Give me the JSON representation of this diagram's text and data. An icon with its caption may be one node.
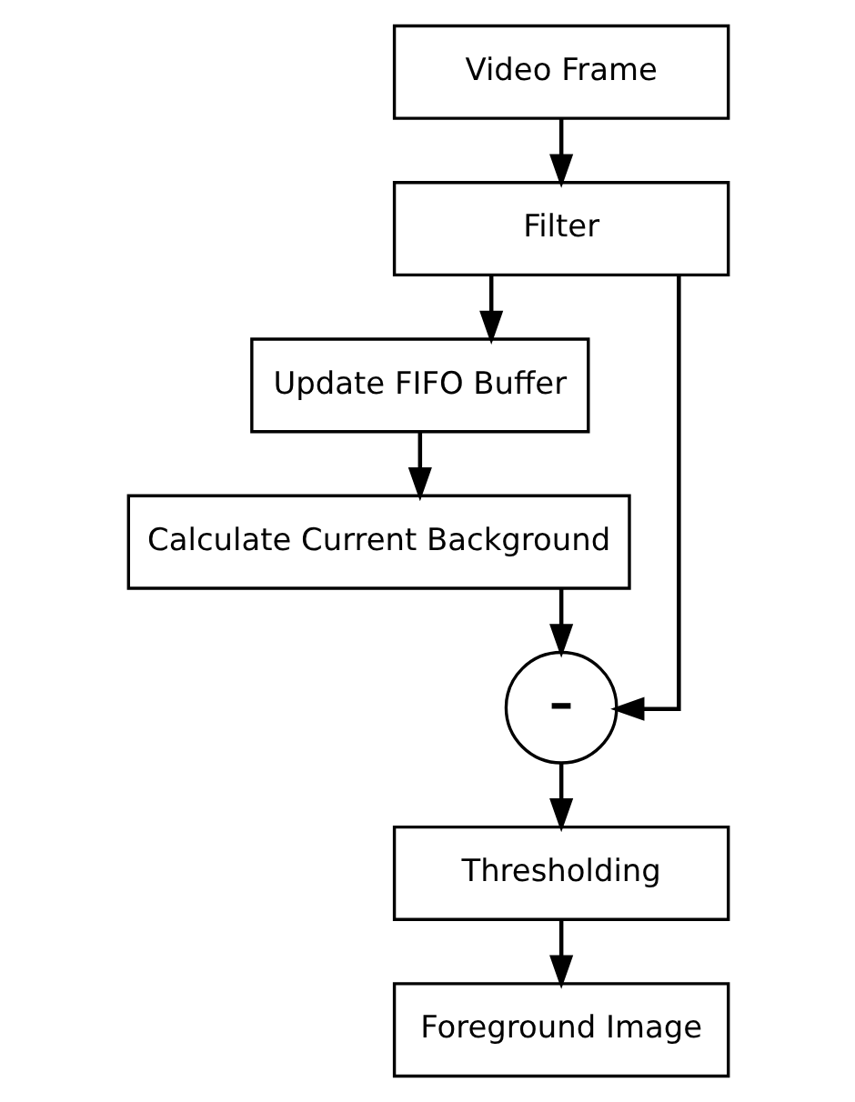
{
  "diagram": {
    "nodes": [
      {
        "text": [
          "Video Frame"
        ]
      },
      {
        "text": [
          "Filter"
        ]
      },
      {
        "text": [
          "Update FIFO Buffer"
        ]
      },
      {
        "text": [
          "Calculate Current Background"
        ]
      },
      {
        "text": [
          "-"
        ]
      },
      {
        "text": [
          "Thresholding"
        ]
      },
      {
        "text": [
          "Foreground Image"
        ]
      }
    ],
    "edges": [
      {
        "from": 0,
        "to": 1,
        "arrow": "to"
      },
      {
        "from": 1,
        "to": 2,
        "arrow": "to"
      },
      {
        "from": 1,
        "to": 4,
        "arrow": "to"
      },
      {
        "from": 2,
        "to": 3,
        "arrow": "to"
      },
      {
        "from": 3,
        "to": 4,
        "arrow": "to"
      },
      {
        "from": 4,
        "to": 5,
        "arrow": "to"
      },
      {
        "from": 5,
        "to": 6,
        "arrow": "to"
      }
    ]
  }
}
